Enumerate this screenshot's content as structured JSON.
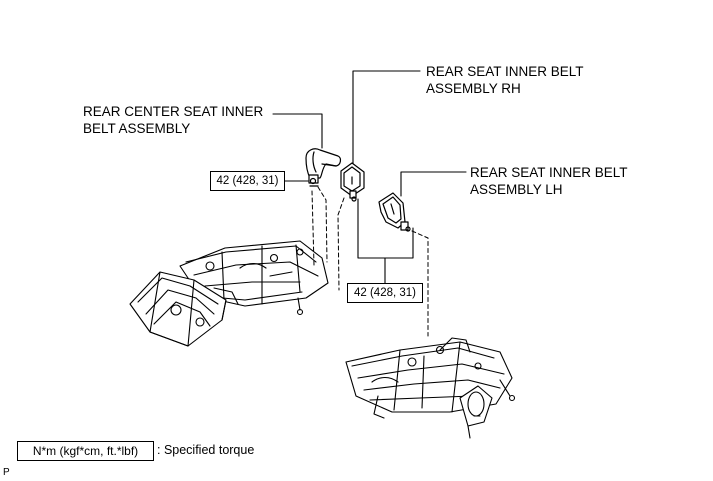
{
  "labels": {
    "rear_center_line1": "REAR CENTER SEAT INNER",
    "rear_center_line2": "BELT ASSEMBLY",
    "rh_line1": "REAR SEAT INNER BELT",
    "rh_line2": "ASSEMBLY RH",
    "lh_line1": "REAR SEAT INNER BELT",
    "lh_line2": "ASSEMBLY LH"
  },
  "torque": {
    "center_value": "42 (428, 31)",
    "rh_lh_value": "42 (428, 31)"
  },
  "legend": {
    "box_text": "N*m (kgf*cm, ft.*lbf)",
    "description": ": Specified torque"
  },
  "footer": {
    "page_mark": "P"
  }
}
